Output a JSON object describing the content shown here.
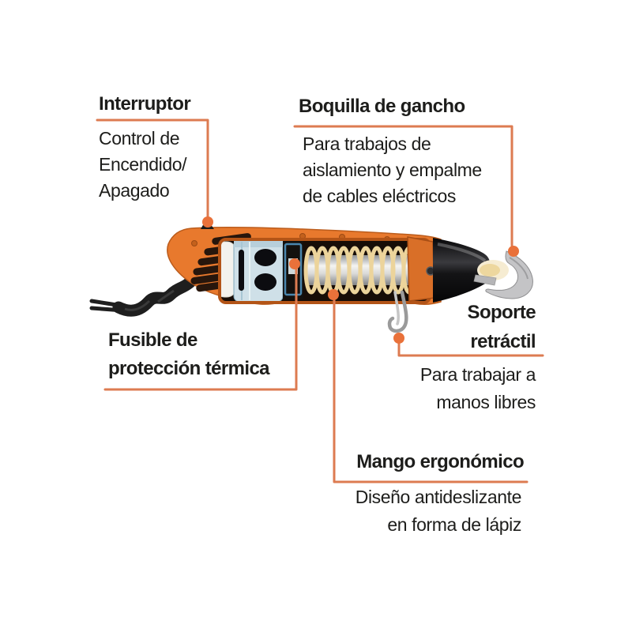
{
  "colors": {
    "accent_line": "#dd7b51",
    "accent_dot": "#e9713a",
    "text": "#1d1d1b",
    "body_orange": "#e8792d",
    "nozzle_black": "#0d0d0f",
    "heater_coil": "#ecd49b",
    "motor_blue": "#cfe0e8"
  },
  "callouts": {
    "interruptor": {
      "title": "Interruptor",
      "lines": [
        "Control de",
        "Encendido/",
        "Apagado"
      ]
    },
    "boquilla": {
      "title": "Boquilla de gancho",
      "lines": [
        "Para trabajos de",
        "aislamiento y empalme",
        "de cables eléctricos"
      ]
    },
    "fusible": {
      "title_lines": [
        "Fusible de",
        "protección térmica"
      ]
    },
    "soporte": {
      "title_lines": [
        "Soporte",
        "retráctil"
      ],
      "lines": [
        "Para trabajar a",
        "manos libres"
      ]
    },
    "mango": {
      "title": "Mango ergonómico",
      "lines": [
        "Diseño antideslizante",
        "en forma de lápiz"
      ]
    }
  }
}
